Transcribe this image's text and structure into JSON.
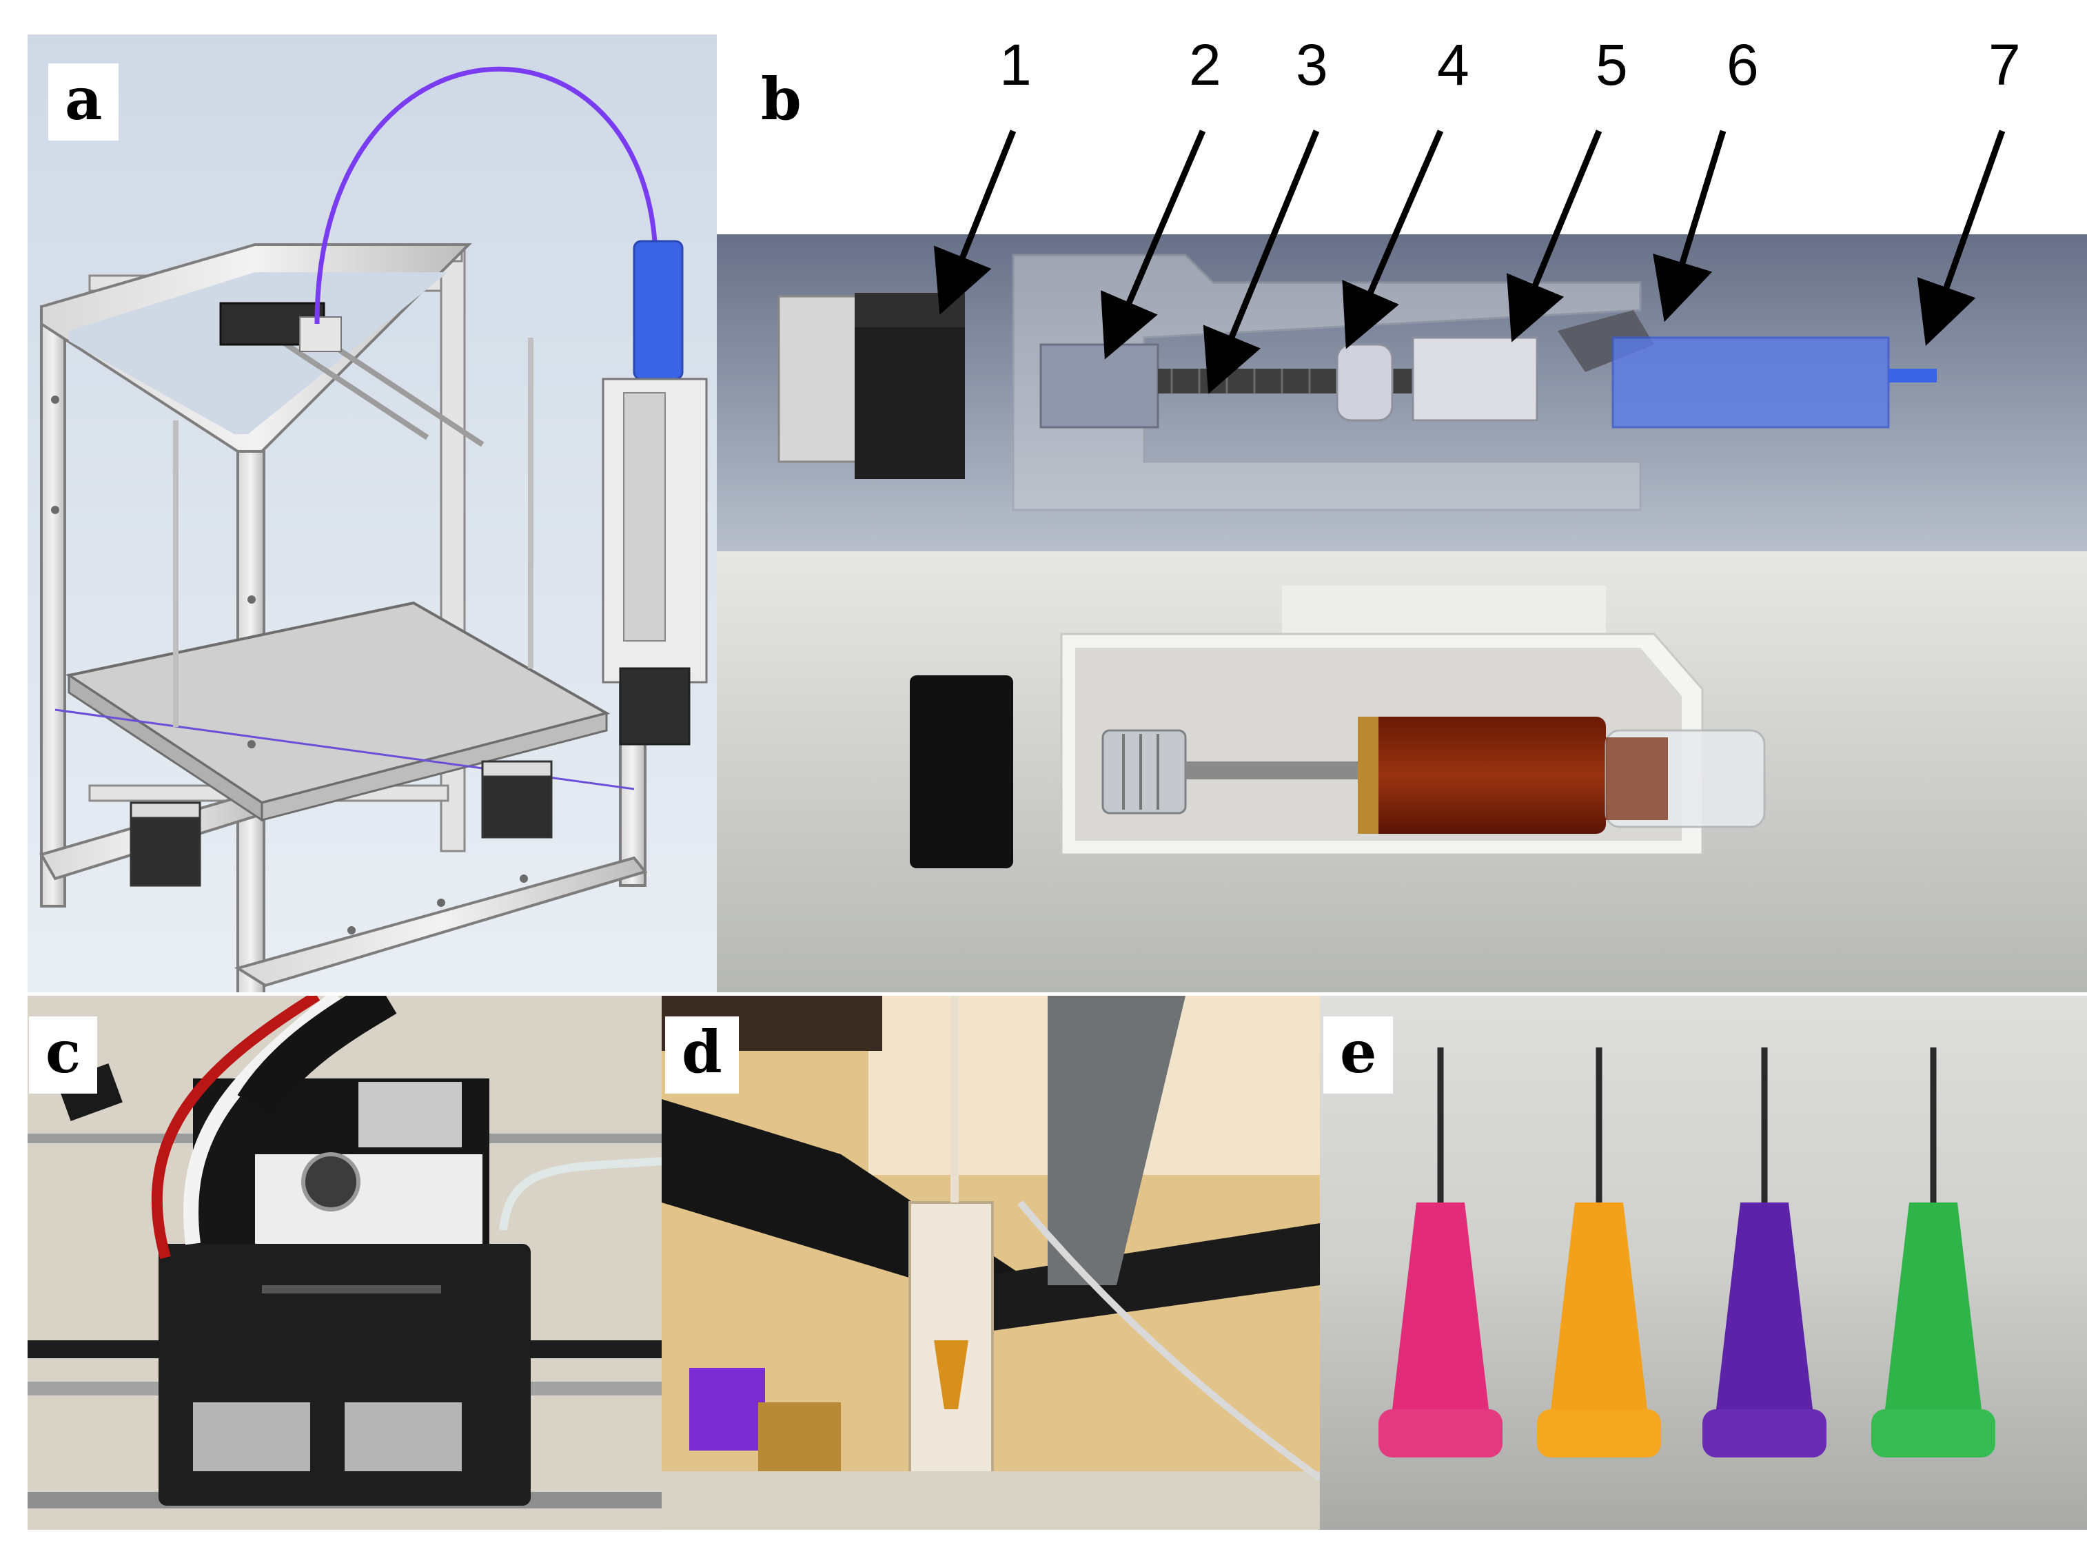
{
  "figure": {
    "panels": [
      {
        "label": "a"
      },
      {
        "label": "b"
      },
      {
        "label": "c"
      },
      {
        "label": "d"
      },
      {
        "label": "e"
      }
    ],
    "callouts": [
      "1",
      "2",
      "3",
      "4",
      "5",
      "6",
      "7"
    ]
  }
}
